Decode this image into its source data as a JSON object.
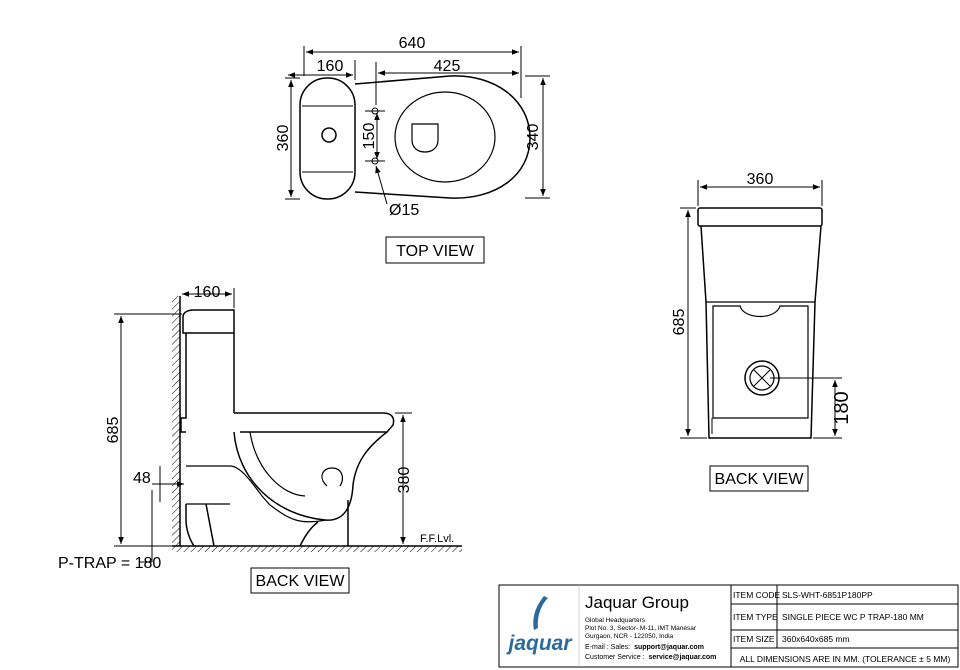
{
  "top_view": {
    "title": "TOP VIEW",
    "dims": {
      "overall_length": "640",
      "tank_depth": "160",
      "bowl_length": "425",
      "width": "360",
      "bowl_width": "340",
      "hole_spacing": "150",
      "hole_dia": "Ø15"
    }
  },
  "side_view": {
    "title": "BACK VIEW",
    "dims": {
      "tank_depth": "160",
      "height": "685",
      "trap_offset": "48",
      "seat_height": "380",
      "p_trap": "P-TRAP = 180"
    },
    "floor_label": "F.F.Lvl."
  },
  "back_view": {
    "title": "BACK VIEW",
    "dims": {
      "width": "360",
      "height": "685",
      "outlet_height": "180"
    }
  },
  "title_block": {
    "company": "Jaquar Group",
    "logo_text": "jaquar",
    "address": [
      "Global Headquarters",
      "Plot No. 3, Sector- M-11, IMT Manesar",
      "Gurgaon, NCR - 122050, India"
    ],
    "sales_label": "E-mail : Sales:",
    "sales_email": "support@jaquar.com",
    "service_label": "Customer Service :",
    "service_email": "service@jaquar.com",
    "rows": [
      {
        "label": "ITEM  CODE",
        "value": "SLS-WHT-6851P180PP"
      },
      {
        "label": "ITEM  TYPE",
        "value": "SINGLE PIECE WC P TRAP-180 MM"
      },
      {
        "label": "ITEM  SIZE",
        "value": "360x640x685 mm"
      }
    ],
    "note": "ALL DIMENSIONS ARE IN MM. (TOLERANCE ± 5 MM)"
  },
  "colors": {
    "line": "#000000",
    "logo": "#2a6b9c"
  }
}
